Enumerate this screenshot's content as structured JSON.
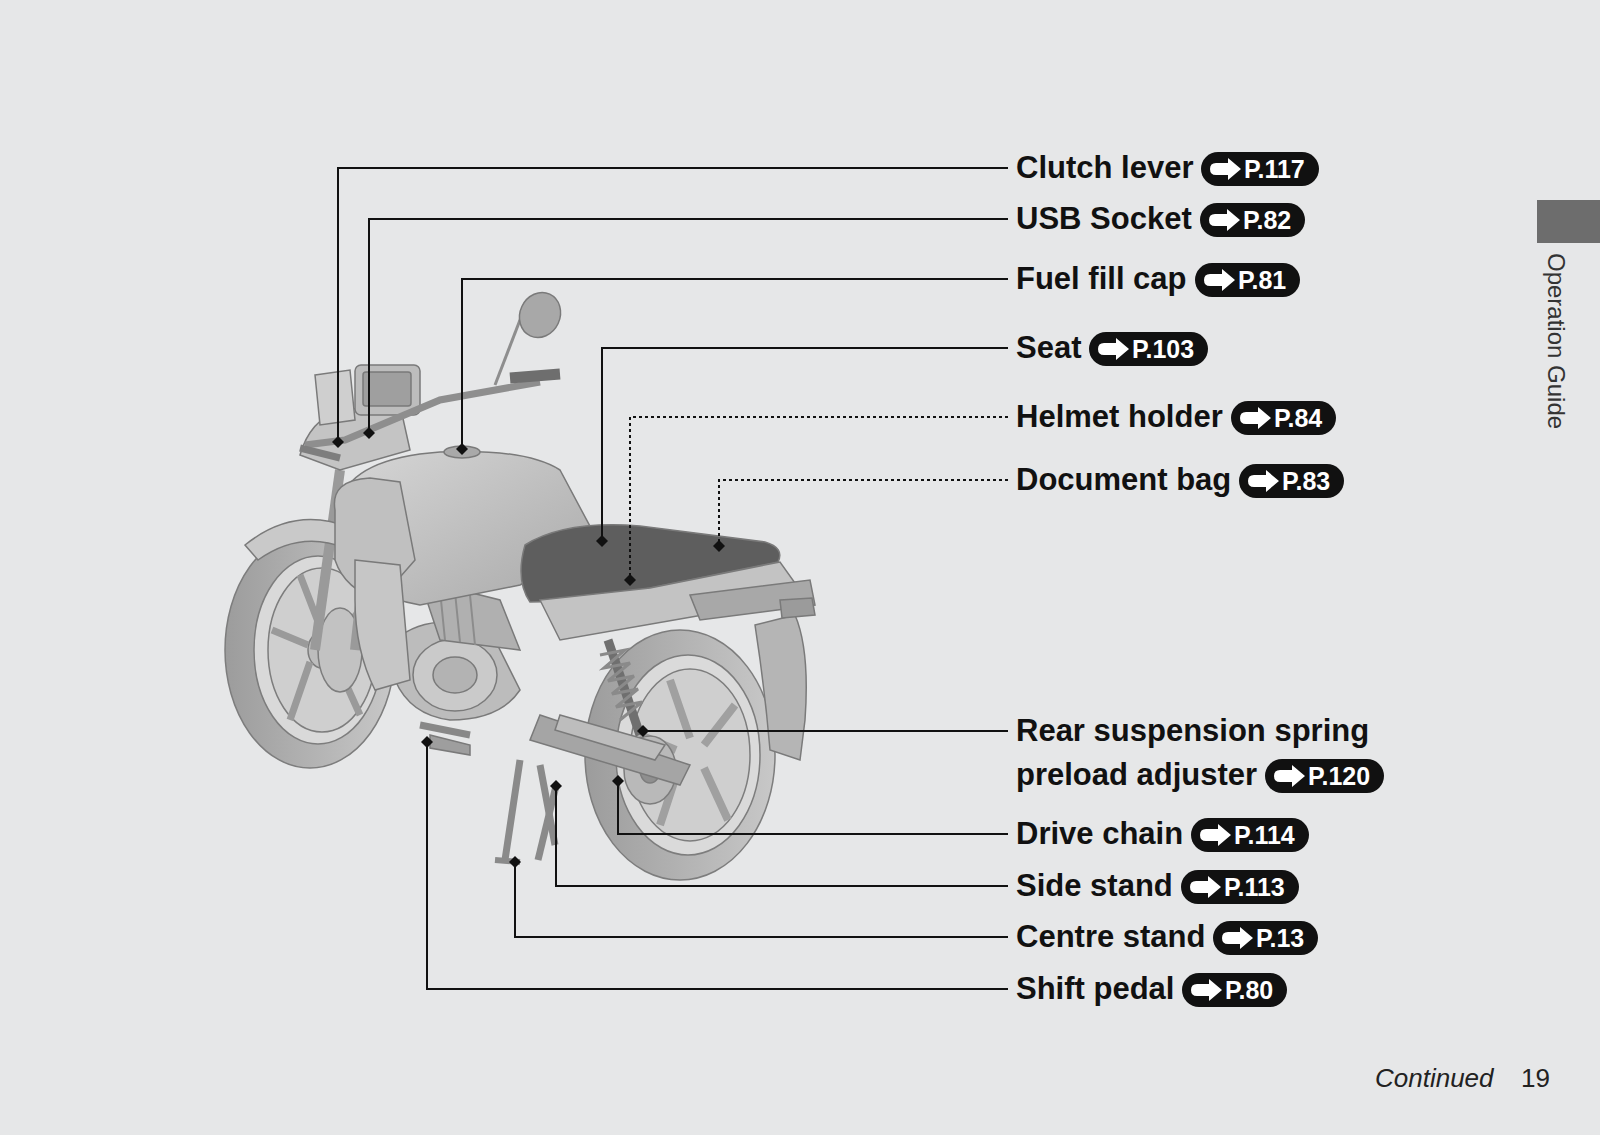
{
  "diagram": {
    "nodes": [
      {
        "text": [
          "P.117"
        ]
      },
      {
        "text": [
          "P.82"
        ]
      },
      {
        "text": [
          "P.81"
        ]
      },
      {
        "text": [
          "P.103"
        ]
      },
      {
        "text": [
          "P.84"
        ]
      },
      {
        "text": [
          "P.83"
        ]
      },
      {
        "text": [
          "P.120"
        ]
      },
      {
        "text": [
          "P.114"
        ]
      },
      {
        "text": [
          "P.113"
        ]
      },
      {
        "text": [
          "P.13"
        ]
      },
      {
        "text": [
          "P.80"
        ]
      }
    ],
    "labels": [
      "Clutch lever",
      "USB Socket",
      "Fuel fill cap",
      "Seat",
      "Helmet holder",
      "Document bag",
      "Rear suspension spring preload adjuster",
      "Drive chain",
      "Side stand",
      "Centre stand",
      "Shift pedal",
      "Operation Guide",
      "Continued",
      "19"
    ]
  }
}
